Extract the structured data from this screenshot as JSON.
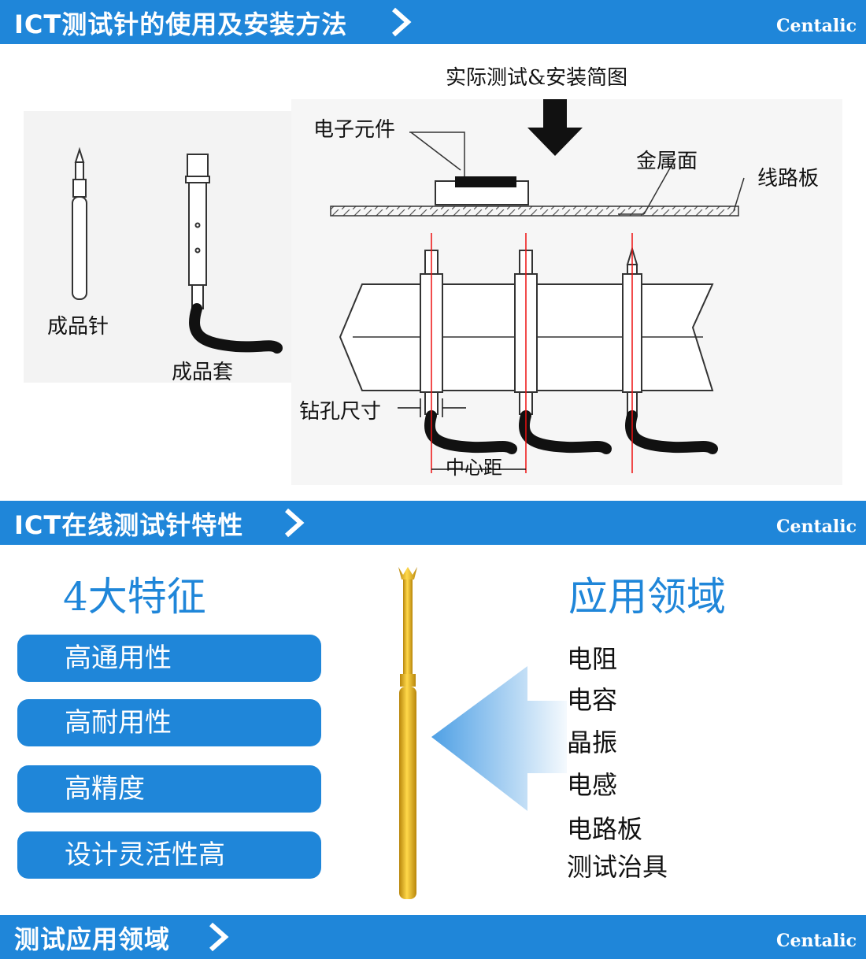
{
  "banners": [
    {
      "title": "ICT测试针的使用及安装方法",
      "brand": "Centalic"
    },
    {
      "title": "ICT在线测试针特性",
      "brand": "Centalic"
    },
    {
      "title": "测试应用领域",
      "brand": "Centalic"
    }
  ],
  "diagram": {
    "caption": "实际测试&安装简图",
    "component_label": "电子元件",
    "metal_label": "金属面",
    "board_label": "线路板",
    "probe_label": "成品针",
    "sleeve_label": "成品套",
    "hole_label": "钻孔尺寸",
    "pitch_label": "中心距"
  },
  "features": {
    "title": "4大特征",
    "items": [
      "高通用性",
      "高耐用性",
      "高精度",
      "设计灵活性高"
    ]
  },
  "applications": {
    "title": "应用领域",
    "items": [
      "电阻",
      "电容",
      "晶振",
      "电感",
      "电路板",
      "测试治具"
    ]
  },
  "colors": {
    "brand_blue": "#1f86d9",
    "probe_gold": "#e8b21a"
  }
}
